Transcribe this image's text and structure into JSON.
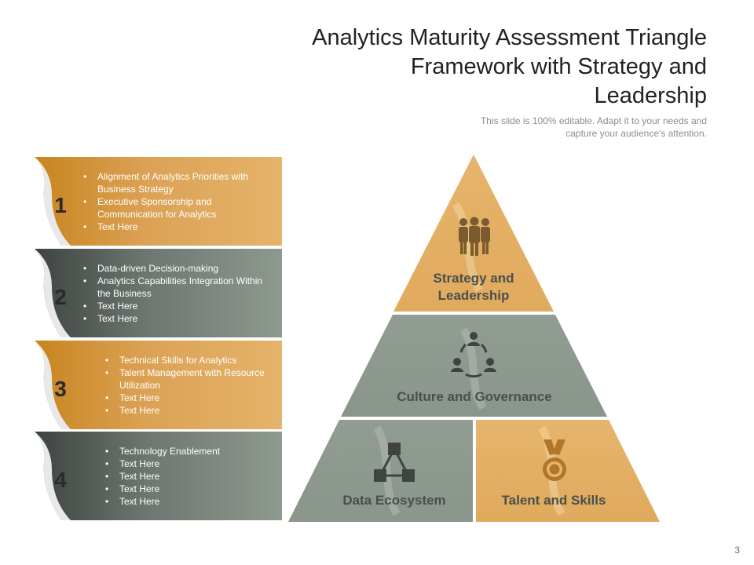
{
  "title": "Analytics Maturity Assessment Triangle Framework with Strategy and Leadership",
  "subtitle": "This slide is 100% editable. Adapt it to your needs and capture your audience's attention.",
  "page_number": "3",
  "colors": {
    "gold": "#e5b36a",
    "gray": "#8e998f",
    "dark": "#3e4340"
  },
  "cards": [
    {
      "number": "1",
      "items": [
        "Alignment of Analytics Priorities with Business Strategy",
        "Executive Sponsorship and Communication for Analytics",
        "Text Here"
      ]
    },
    {
      "number": "2",
      "items": [
        "Data-driven  Decision-making",
        "Analytics Capabilities Integration Within the Business",
        "Text Here",
        "Text Here"
      ]
    },
    {
      "number": "3",
      "items": [
        "Technical Skills for Analytics",
        "Talent Management with Resource Utilization",
        "Text Here",
        "Text Here"
      ]
    },
    {
      "number": "4",
      "items": [
        "Technology Enablement",
        "Text Here",
        "Text Here",
        "Text Here",
        "Text Here"
      ]
    }
  ],
  "pyramid": {
    "top": {
      "label": "Strategy and Leadership",
      "icon": "team-icon"
    },
    "middle": {
      "label": "Culture and Governance",
      "icon": "people-cycle-icon"
    },
    "bottom_left": {
      "label": "Data Ecosystem",
      "icon": "network-icon"
    },
    "bottom_right": {
      "label": "Talent and Skills",
      "icon": "medal-icon"
    }
  }
}
